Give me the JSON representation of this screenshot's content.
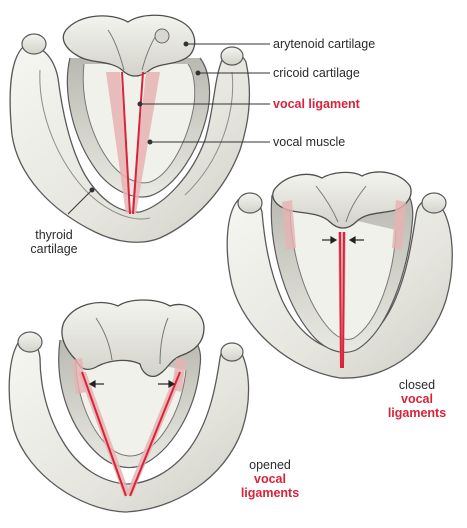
{
  "labels": {
    "arytenoid": "arytenoid cartilage",
    "cricoid": "cricoid cartilage",
    "vocal_ligament": "vocal ligament",
    "vocal_muscle": "vocal muscle",
    "thyroid_line1": "thyroid",
    "thyroid_line2": "cartilage",
    "closed_line1": "closed",
    "closed_line2": "vocal",
    "closed_line3": "ligaments",
    "opened_line1": "opened",
    "opened_line2": "vocal",
    "opened_line3": "ligaments"
  },
  "colors": {
    "ligament": "#d9233b",
    "muscle": "#e8b4b4",
    "cartilage_fill": "#efefea",
    "cartilage_shade": "#c9c9c2",
    "outline": "#555555",
    "text": "#2b2b2b"
  }
}
